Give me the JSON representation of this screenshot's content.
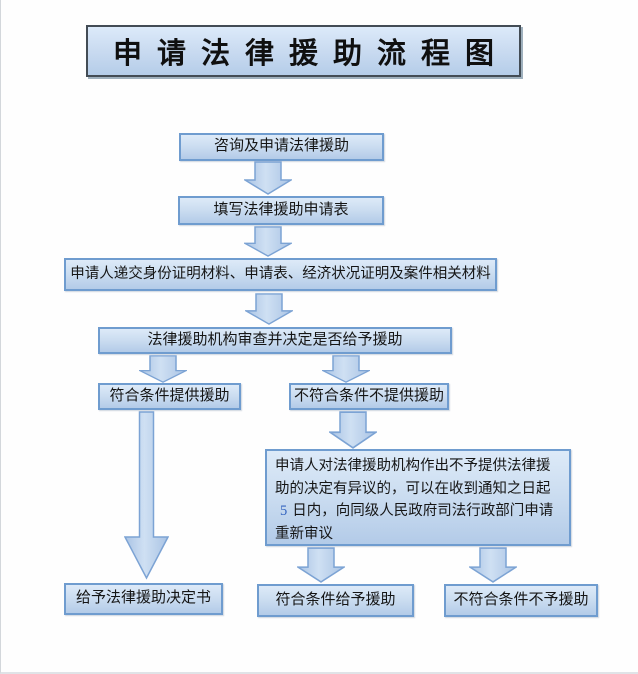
{
  "title": {
    "text": "申请法律援助流程图"
  },
  "colors": {
    "box_fill_top": "#ddeaf8",
    "box_fill_bottom": "#b3cbe8",
    "box_border": "#6f9ccf",
    "arrow_fill": "#b9cfe9",
    "arrow_border": "#7ca3d4",
    "title_border": "#434c55",
    "text": "#151515",
    "highlight_number": "#3565c0"
  },
  "nodes": {
    "step_consult": "咨询及申请法律援助",
    "step_fill_form": "填写法律援助申请表",
    "step_submit_materials": "申请人递交身份证明材料、申请表、经济状况证明及案件相关材料",
    "step_review": "法律援助机构审查并决定是否给予援助",
    "branch_eligible": "符合条件提供援助",
    "branch_not_eligible": "不符合条件不提供援助",
    "appeal_part1": "申请人对法律援助机构作出不予提供法律援助的决定有异议的，可以在收到通知之日起",
    "appeal_days": "5",
    "appeal_part2": "日内，向同级人民政府司法行政部门申请重新审议",
    "result_decision_letter": "给予法律援助决定书",
    "result_grant": "符合条件给予援助",
    "result_deny": "不符合条件不予援助"
  }
}
